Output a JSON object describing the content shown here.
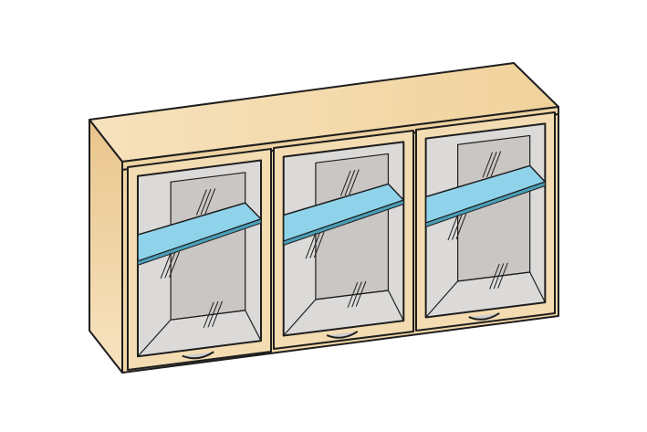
{
  "colors": {
    "wood_light": "#f3dcb2",
    "wood_dark": "#e8c48a",
    "interior": "#dcdad8",
    "interior_dark": "#c9c6c4",
    "shelf_glass": "#8fd3ea",
    "outline": "#1e1e1e",
    "handle": "#cfcfcf"
  },
  "doors": [
    {
      "id": 1
    },
    {
      "id": 2
    },
    {
      "id": 3
    }
  ]
}
